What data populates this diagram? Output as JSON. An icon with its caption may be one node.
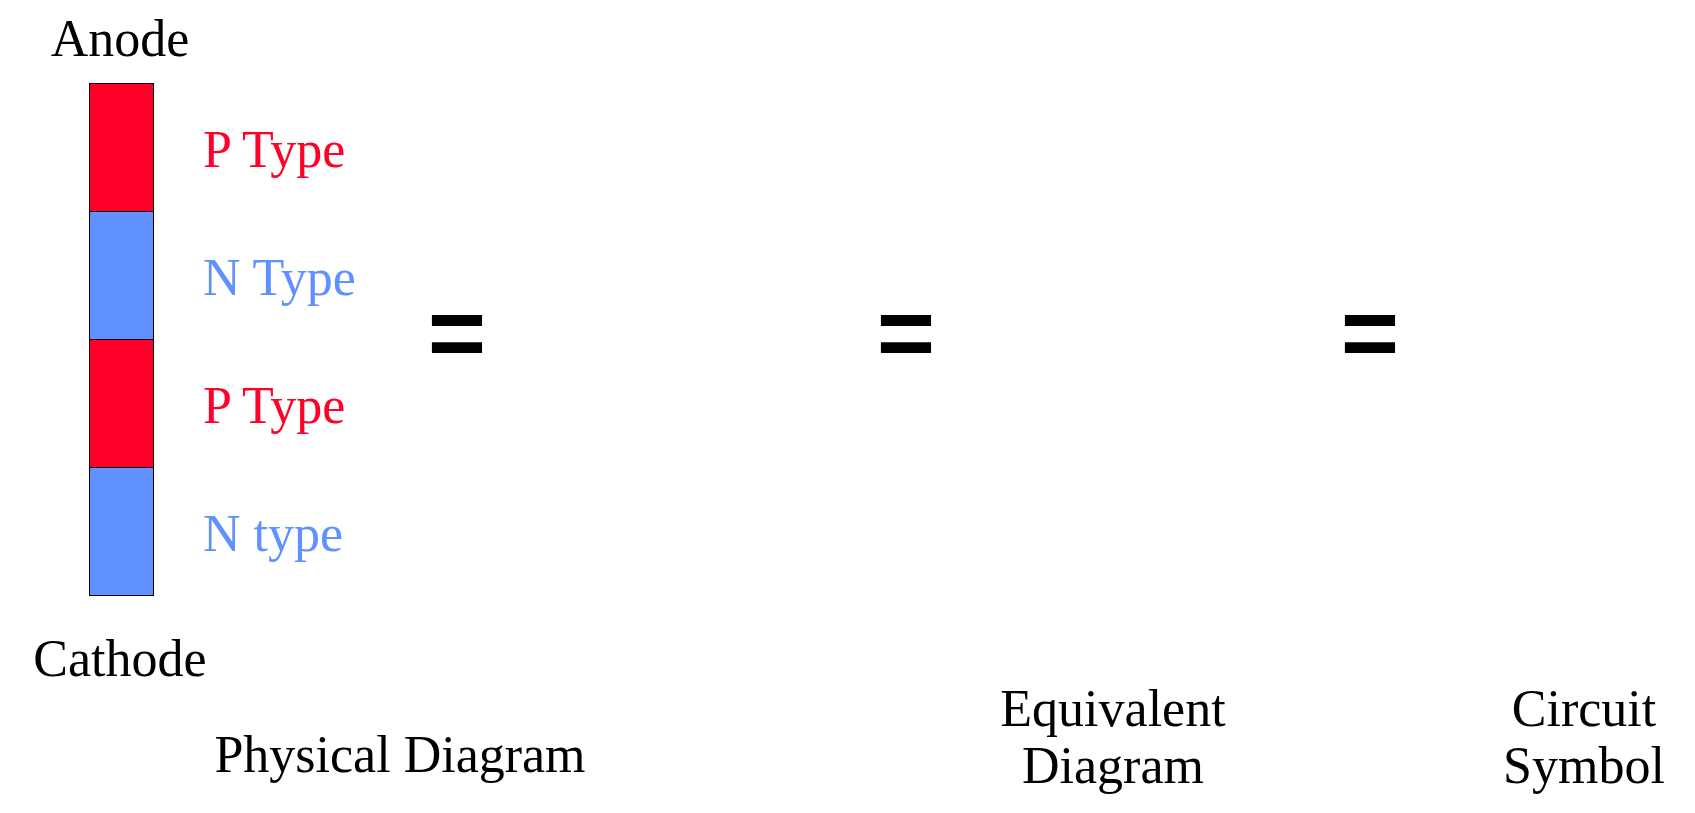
{
  "diagram": {
    "nodes": [
      {
        "text": [],
        "shape": "box",
        "beside": [
          "P Type"
        ]
      },
      {
        "text": [],
        "shape": "box",
        "beside": [
          "N Type"
        ]
      },
      {
        "text": [],
        "shape": "box",
        "beside": [
          "P Type"
        ]
      },
      {
        "text": [],
        "shape": "box",
        "beside": [
          "N type"
        ]
      }
    ],
    "edges": [],
    "labels": [
      "Anode",
      "Cathode",
      "Physical Diagram",
      "=",
      "=",
      "=",
      "Equivalent Diagram",
      "Circuit Symbol"
    ]
  }
}
